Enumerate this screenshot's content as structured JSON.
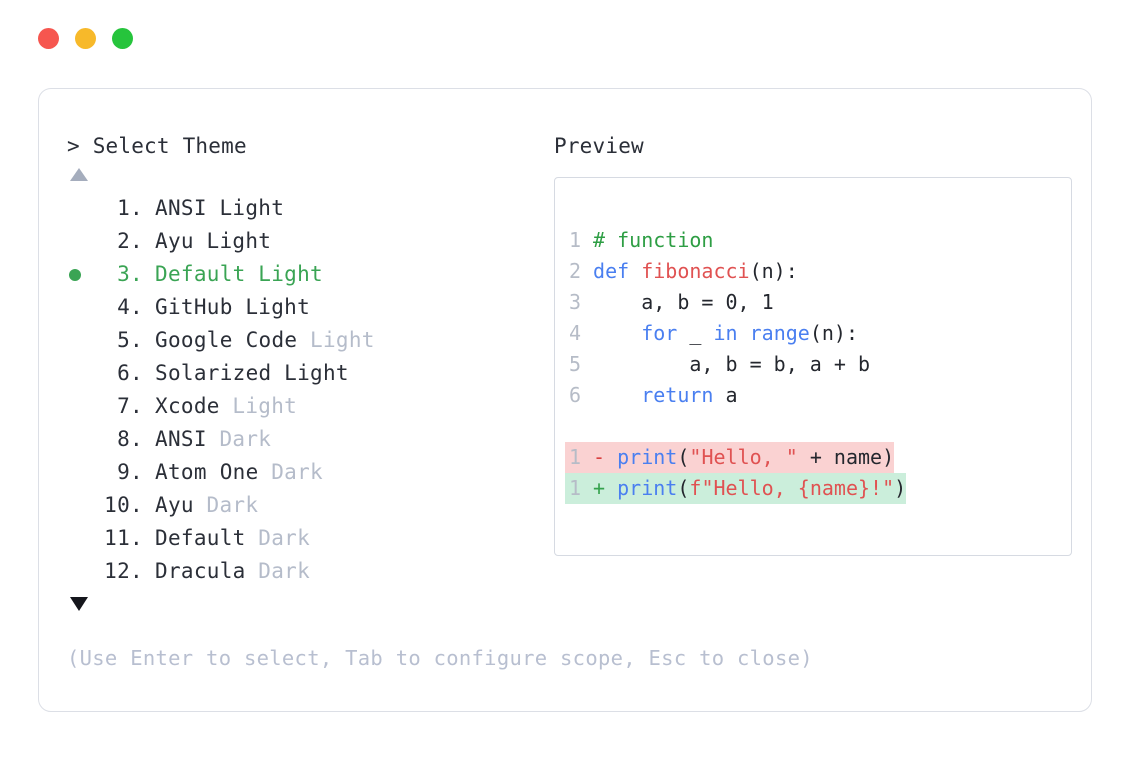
{
  "window": {
    "traffic_lights": [
      {
        "name": "close",
        "color": "#f6564f"
      },
      {
        "name": "minimize",
        "color": "#f7b92a"
      },
      {
        "name": "maximize",
        "color": "#26c43c"
      }
    ]
  },
  "selector": {
    "caret": ">",
    "title": "Select Theme",
    "scroll_up_icon": "▲",
    "scroll_down_icon": "▼",
    "selected_index": 3,
    "items": [
      {
        "index": "1.",
        "name": "ANSI",
        "variant": "Light",
        "variant_muted": false,
        "selected": false
      },
      {
        "index": "2.",
        "name": "Ayu",
        "variant": "Light",
        "variant_muted": false,
        "selected": false
      },
      {
        "index": "3.",
        "name": "Default",
        "variant": "Light",
        "variant_muted": false,
        "selected": true
      },
      {
        "index": "4.",
        "name": "GitHub",
        "variant": "Light",
        "variant_muted": false,
        "selected": false
      },
      {
        "index": "5.",
        "name": "Google Code",
        "variant": "Light",
        "variant_muted": true,
        "selected": false
      },
      {
        "index": "6.",
        "name": "Solarized",
        "variant": "Light",
        "variant_muted": false,
        "selected": false
      },
      {
        "index": "7.",
        "name": "Xcode",
        "variant": "Light",
        "variant_muted": true,
        "selected": false
      },
      {
        "index": "8.",
        "name": "ANSI",
        "variant": "Dark",
        "variant_muted": true,
        "selected": false
      },
      {
        "index": "9.",
        "name": "Atom One",
        "variant": "Dark",
        "variant_muted": true,
        "selected": false
      },
      {
        "index": "10.",
        "name": "Ayu",
        "variant": "Dark",
        "variant_muted": true,
        "selected": false
      },
      {
        "index": "11.",
        "name": "Default",
        "variant": "Dark",
        "variant_muted": true,
        "selected": false
      },
      {
        "index": "12.",
        "name": "Dracula",
        "variant": "Dark",
        "variant_muted": true,
        "selected": false
      }
    ],
    "hint": "(Use Enter to select, Tab to configure scope, Esc to close)"
  },
  "preview": {
    "label": "Preview",
    "code_lines": [
      {
        "n": "1",
        "tokens": [
          {
            "t": "# function",
            "c": "comment"
          }
        ]
      },
      {
        "n": "2",
        "tokens": [
          {
            "t": "def ",
            "c": "kw"
          },
          {
            "t": "fibonacci",
            "c": "fn"
          },
          {
            "t": "(n):",
            "c": "plain"
          }
        ]
      },
      {
        "n": "3",
        "tokens": [
          {
            "t": "    a, b = ",
            "c": "plain"
          },
          {
            "t": "0",
            "c": "num"
          },
          {
            "t": ", ",
            "c": "plain"
          },
          {
            "t": "1",
            "c": "num"
          }
        ]
      },
      {
        "n": "4",
        "tokens": [
          {
            "t": "    ",
            "c": "plain"
          },
          {
            "t": "for",
            "c": "kw"
          },
          {
            "t": " _ ",
            "c": "plain"
          },
          {
            "t": "in",
            "c": "kw"
          },
          {
            "t": " ",
            "c": "plain"
          },
          {
            "t": "range",
            "c": "kw"
          },
          {
            "t": "(n):",
            "c": "plain"
          }
        ]
      },
      {
        "n": "5",
        "tokens": [
          {
            "t": "        a, b = b, a + b",
            "c": "plain"
          }
        ]
      },
      {
        "n": "6",
        "tokens": [
          {
            "t": "    ",
            "c": "plain"
          },
          {
            "t": "return",
            "c": "kw"
          },
          {
            "t": " a",
            "c": "plain"
          }
        ]
      }
    ],
    "diff_lines": [
      {
        "n": "1",
        "kind": "del",
        "sign": "-",
        "tokens": [
          {
            "t": "print",
            "c": "kw"
          },
          {
            "t": "(",
            "c": "plain"
          },
          {
            "t": "\"Hello, \"",
            "c": "str"
          },
          {
            "t": " + name)",
            "c": "plain"
          }
        ]
      },
      {
        "n": "1",
        "kind": "add",
        "sign": "+",
        "tokens": [
          {
            "t": "print",
            "c": "kw"
          },
          {
            "t": "(",
            "c": "plain"
          },
          {
            "t": "f\"Hello, {name}!\"",
            "c": "str"
          },
          {
            "t": ")",
            "c": "plain"
          }
        ]
      }
    ]
  },
  "colors": {
    "selected_green": "#3aa454",
    "keyword_blue": "#4a7ff0",
    "function_red": "#e05252",
    "comment_green": "#2e9e44",
    "string_red": "#e05252",
    "diff_del_bg": "#fad2d2",
    "diff_add_bg": "#cbeedb",
    "muted_text": "#b5bcca",
    "hint_text": "#b8bfd0",
    "card_border": "#dcdfe6"
  }
}
